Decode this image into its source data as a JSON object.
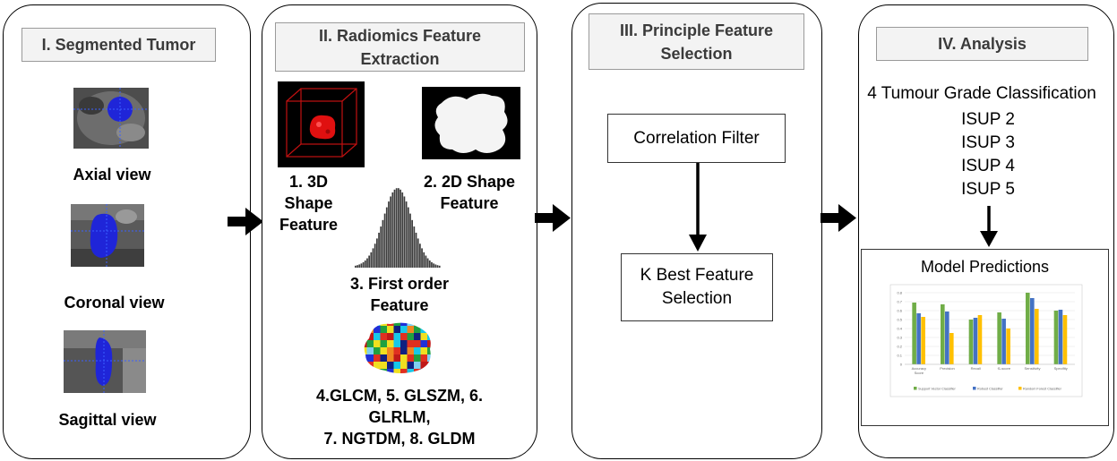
{
  "panel1": {
    "title": "I. Segmented Tumor",
    "views": [
      "Axial view",
      "Coronal view",
      "Sagittal view"
    ]
  },
  "panel2": {
    "title": "II. Radiomics Feature Extraction",
    "shape3d": "1. 3D  Shape Feature",
    "shape2d": "2. 2D  Shape Feature",
    "first_order": "3. First order Feature",
    "texture": "4.GLCM, 5. GLSZM, 6. GLRLM,",
    "texture2": "7. NGTDM, 8. GLDM"
  },
  "panel3": {
    "title": "III. Principle Feature Selection",
    "filter": "Correlation Filter",
    "kbest": "K Best Feature Selection"
  },
  "panel4": {
    "title": "IV. Analysis",
    "classification": "4 Tumour Grade Classification",
    "grades": [
      "ISUP 2",
      "ISUP 3",
      "ISUP 4",
      "ISUP 5"
    ],
    "predictions_title": "Model Predictions"
  },
  "colors": {
    "blue_mask": "#1f25d8",
    "red_tumor": "#e01010",
    "svm": "#70ad47",
    "rb": "#4472c4",
    "rf": "#ffc000"
  },
  "chart_data": {
    "type": "bar",
    "categories": [
      "Accuracy Score",
      "Precision",
      "Recall",
      "f1-score",
      "Sensitivity",
      "Specifity"
    ],
    "series": [
      {
        "name": "Support Vector Classifier",
        "values": [
          0.69,
          0.67,
          0.5,
          0.58,
          0.8,
          0.6
        ]
      },
      {
        "name": "Robust Classifier",
        "values": [
          0.57,
          0.59,
          0.52,
          0.51,
          0.74,
          0.61
        ]
      },
      {
        "name": "Random Forest Classifier",
        "values": [
          0.53,
          0.35,
          0.55,
          0.4,
          0.62,
          0.55
        ]
      }
    ],
    "ylim": [
      0,
      0.8
    ],
    "yticks": [
      "0.8",
      "0.7",
      "0.6",
      "0.5",
      "0.4",
      "0.3",
      "0.2",
      "0.1",
      "0"
    ],
    "legend": "bottom",
    "grid": true
  }
}
